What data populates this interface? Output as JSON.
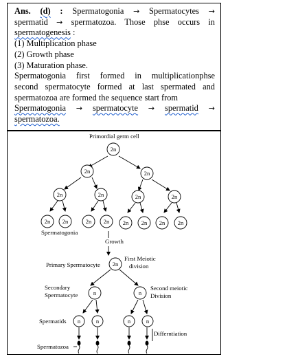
{
  "text_block": {
    "line1": {
      "ans_prefix": "Ans.",
      "ans_option": "(d)",
      "sep": ":",
      "t1": "Spermatogonia",
      "t2": "Spermatocytes"
    },
    "line2": {
      "t1": "spermatid",
      "t2": "spermatozoa. Those phse occurs in"
    },
    "line3": {
      "term": "spermatogenesis",
      "after": ":"
    },
    "phases": [
      "(1) Multiplication phase",
      "(2) Growth phase",
      "(3) Maturation phase."
    ],
    "line7": "Spermatogonia first formed in multiplicationphse",
    "line8": "second spermatocyte formed at last spermated and",
    "line9": "spermatozoa are formed the sequence start from",
    "line10": {
      "t1": "Spermatogonia",
      "t2": "spermatocyte",
      "t3": "spermatid"
    },
    "line11": "spermatozoa.",
    "arrow_glyph": "→"
  },
  "diagram": {
    "title": "Primordial germ cell",
    "label_2n": "2n",
    "label_n": "n",
    "spermatogonia_label": "Spermatogonia",
    "growth_label": "Growth",
    "primary_label": "Primary Spermatocyte",
    "first_meiotic_line1": "First Meiotic",
    "first_meiotic_line2": "division",
    "secondary_line1": "Secondary",
    "secondary_line2": "Spermatocyte",
    "second_meiotic_line1": "Second meiotic",
    "second_meiotic_line2": "Division",
    "spermatids_label": "Spermatids",
    "differentiation_label": "Differntiation",
    "spermatozoa_label": "Spermatozoa"
  }
}
